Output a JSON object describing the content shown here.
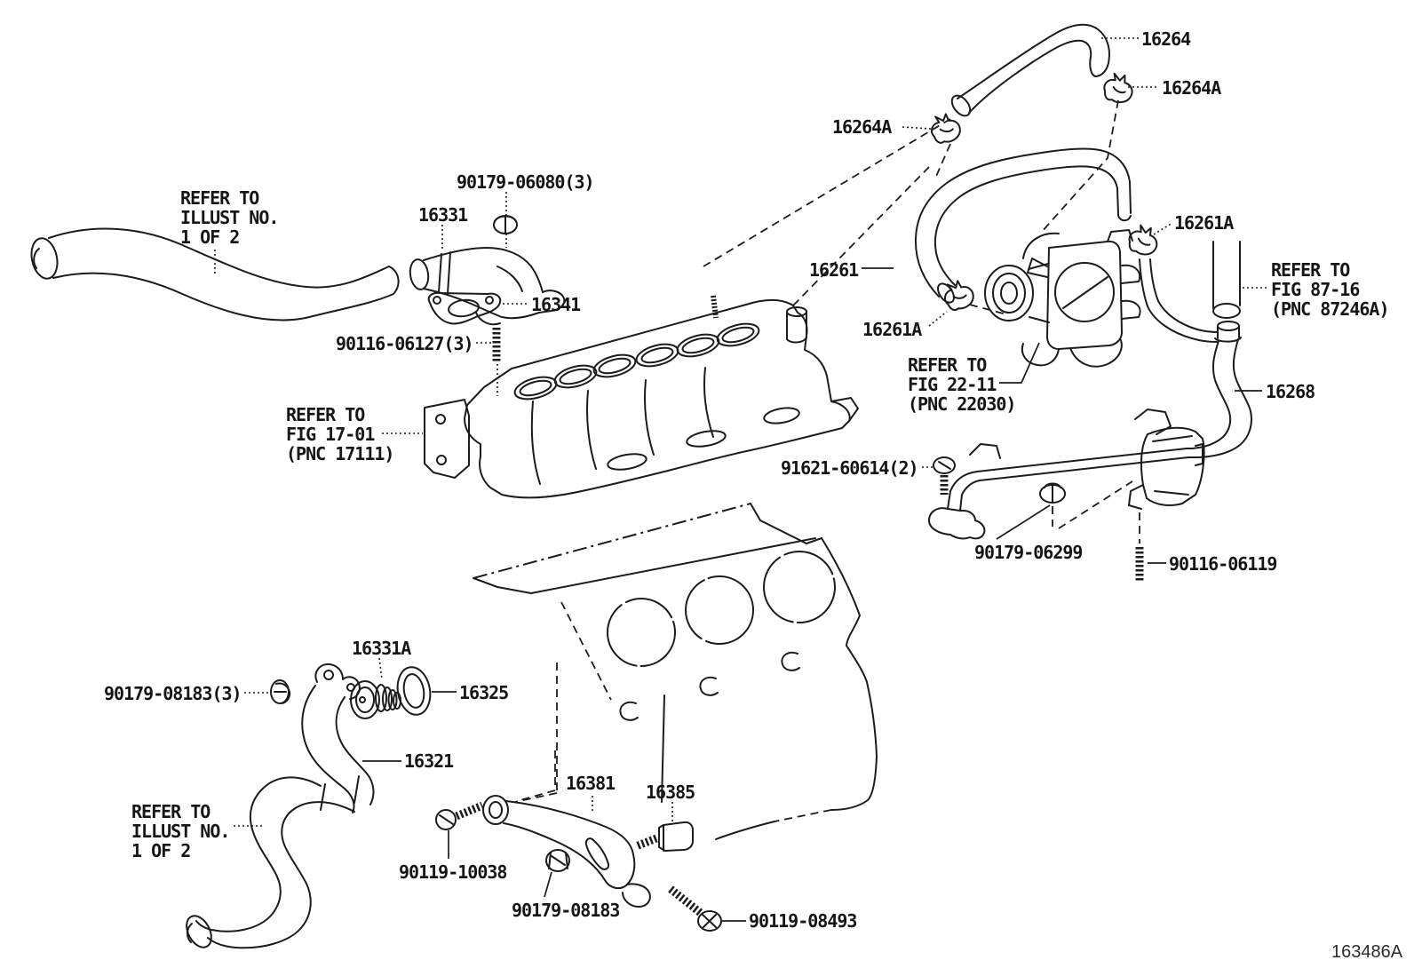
{
  "diagram": {
    "figure_code": "163486A",
    "colors": {
      "line": "#1c1c1c",
      "background": "#ffffff"
    }
  },
  "labels": [
    {
      "id": "16264",
      "text": "16264"
    },
    {
      "id": "16264a-right",
      "text": "16264A"
    },
    {
      "id": "16264a-left",
      "text": "16264A"
    },
    {
      "id": "90179-06080",
      "text": "90179-06080(3)"
    },
    {
      "id": "16331",
      "text": "16331"
    },
    {
      "id": "refer-illust-top",
      "text": "REFER TO\nILLUST NO.\n1 OF 2"
    },
    {
      "id": "16341",
      "text": "16341"
    },
    {
      "id": "90116-06127",
      "text": "90116-06127(3)"
    },
    {
      "id": "16261",
      "text": "16261"
    },
    {
      "id": "16261a-right",
      "text": "16261A"
    },
    {
      "id": "16261a-left",
      "text": "16261A"
    },
    {
      "id": "refer-fig-22-11",
      "text": "REFER TO\nFIG 22-11\n(PNC 22030)"
    },
    {
      "id": "refer-fig-87-16",
      "text": "REFER TO\nFIG 87-16\n(PNC 87246A)"
    },
    {
      "id": "16268",
      "text": "16268"
    },
    {
      "id": "refer-fig-17-01",
      "text": "REFER TO\nFIG 17-01\n(PNC 17111)"
    },
    {
      "id": "91621-60614",
      "text": "91621-60614(2)"
    },
    {
      "id": "90179-06299",
      "text": "90179-06299"
    },
    {
      "id": "90116-06119",
      "text": "90116-06119"
    },
    {
      "id": "16331a",
      "text": "16331A"
    },
    {
      "id": "90179-08183-3",
      "text": "90179-08183(3)"
    },
    {
      "id": "16325",
      "text": "16325"
    },
    {
      "id": "16321",
      "text": "16321"
    },
    {
      "id": "refer-illust-bot",
      "text": "REFER TO\nILLUST NO.\n1 OF 2"
    },
    {
      "id": "16381",
      "text": "16381"
    },
    {
      "id": "16385",
      "text": "16385"
    },
    {
      "id": "90119-10038",
      "text": "90119-10038"
    },
    {
      "id": "90179-08183",
      "text": "90179-08183"
    },
    {
      "id": "90119-08493",
      "text": "90119-08493"
    }
  ]
}
